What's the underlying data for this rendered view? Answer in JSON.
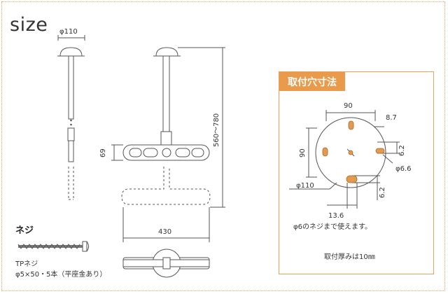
{
  "title": "size",
  "product_dims": {
    "diameter": "φ110",
    "height_range": "560～780",
    "bar_height": "69",
    "width": "430"
  },
  "mounting": {
    "heading": "取付穴寸法",
    "dim_top": "90",
    "dim_left": "90",
    "dim_offset": "8.7",
    "dim_gap_upper": "6.2",
    "dim_hole": "φ6.6",
    "dim_diameter": "φ110",
    "dim_gap_lower": "6.2",
    "dim_bottom": "13.6",
    "note_screw": "φ6のネジまで使えます。",
    "note_thickness": "取付厚みは10㎜"
  },
  "screw": {
    "heading": "ネジ",
    "name": "TPネジ",
    "spec": "φ5×50・5本（平座金あり）"
  },
  "colors": {
    "accent": "#e99a4a",
    "line": "#555555",
    "hole": "#e39a4f"
  }
}
